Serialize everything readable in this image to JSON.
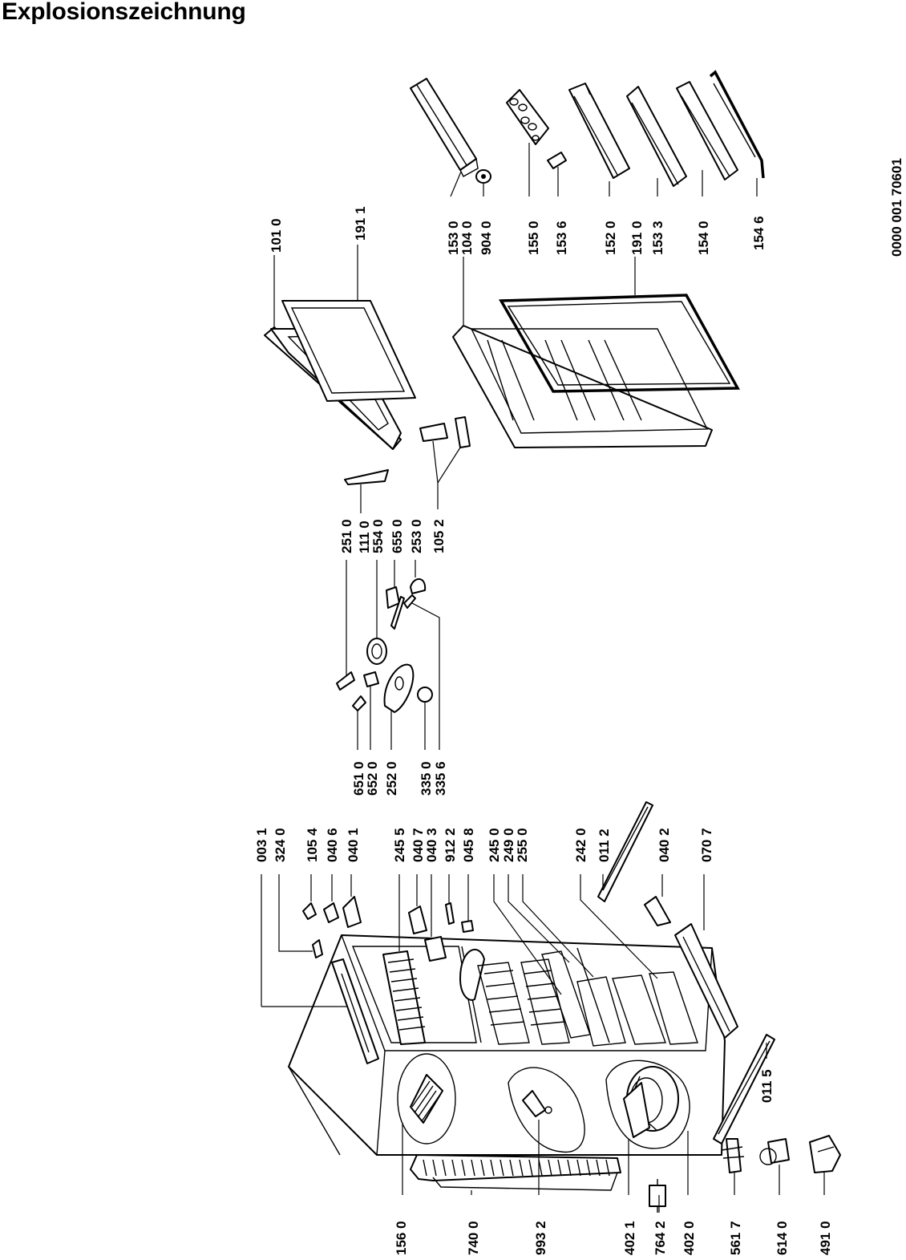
{
  "title": "Explosionszeichnung",
  "doc_number": "0000  001 70601",
  "labels": {
    "l1010": "101 0",
    "l1911": "191 1",
    "l1530": "153 0",
    "l1040": "104 0",
    "l9040": "904 0",
    "l1550": "155 0",
    "l1536": "153 6",
    "l1520": "152 0",
    "l1910": "191 0",
    "l1533": "153 3",
    "l1540": "154 0",
    "l1546": "154 6",
    "l2510": "251 0",
    "l1110": "111 0",
    "l5540": "554 0",
    "l6550": "655 0",
    "l2530": "253 0",
    "l1052": "105 2",
    "l6510": "651 0",
    "l6520": "652 0",
    "l2520": "252 0",
    "l3350": "335 0",
    "l3356": "335 6",
    "l0031": "003 1",
    "l3240": "324 0",
    "l1054": "105 4",
    "l0406": "040 6",
    "l0401": "040 1",
    "l2455": "245 5",
    "l0407": "040 7",
    "l0403": "040 3",
    "l9122": "912 2",
    "l0458": "045 8",
    "l2450": "245 0",
    "l2490": "249 0",
    "l2550": "255 0",
    "l2420": "242 0",
    "l0112": "011 2",
    "l0402": "040 2",
    "l0707": "070 7",
    "l0115": "011 5",
    "l1560": "156 0",
    "l7400": "740 0",
    "l9932": "993 2",
    "l4021": "402 1",
    "l7642": "764 2",
    "l4020": "402 0",
    "l5617": "561 7",
    "l6140": "614 0",
    "l4910": "491 0"
  }
}
